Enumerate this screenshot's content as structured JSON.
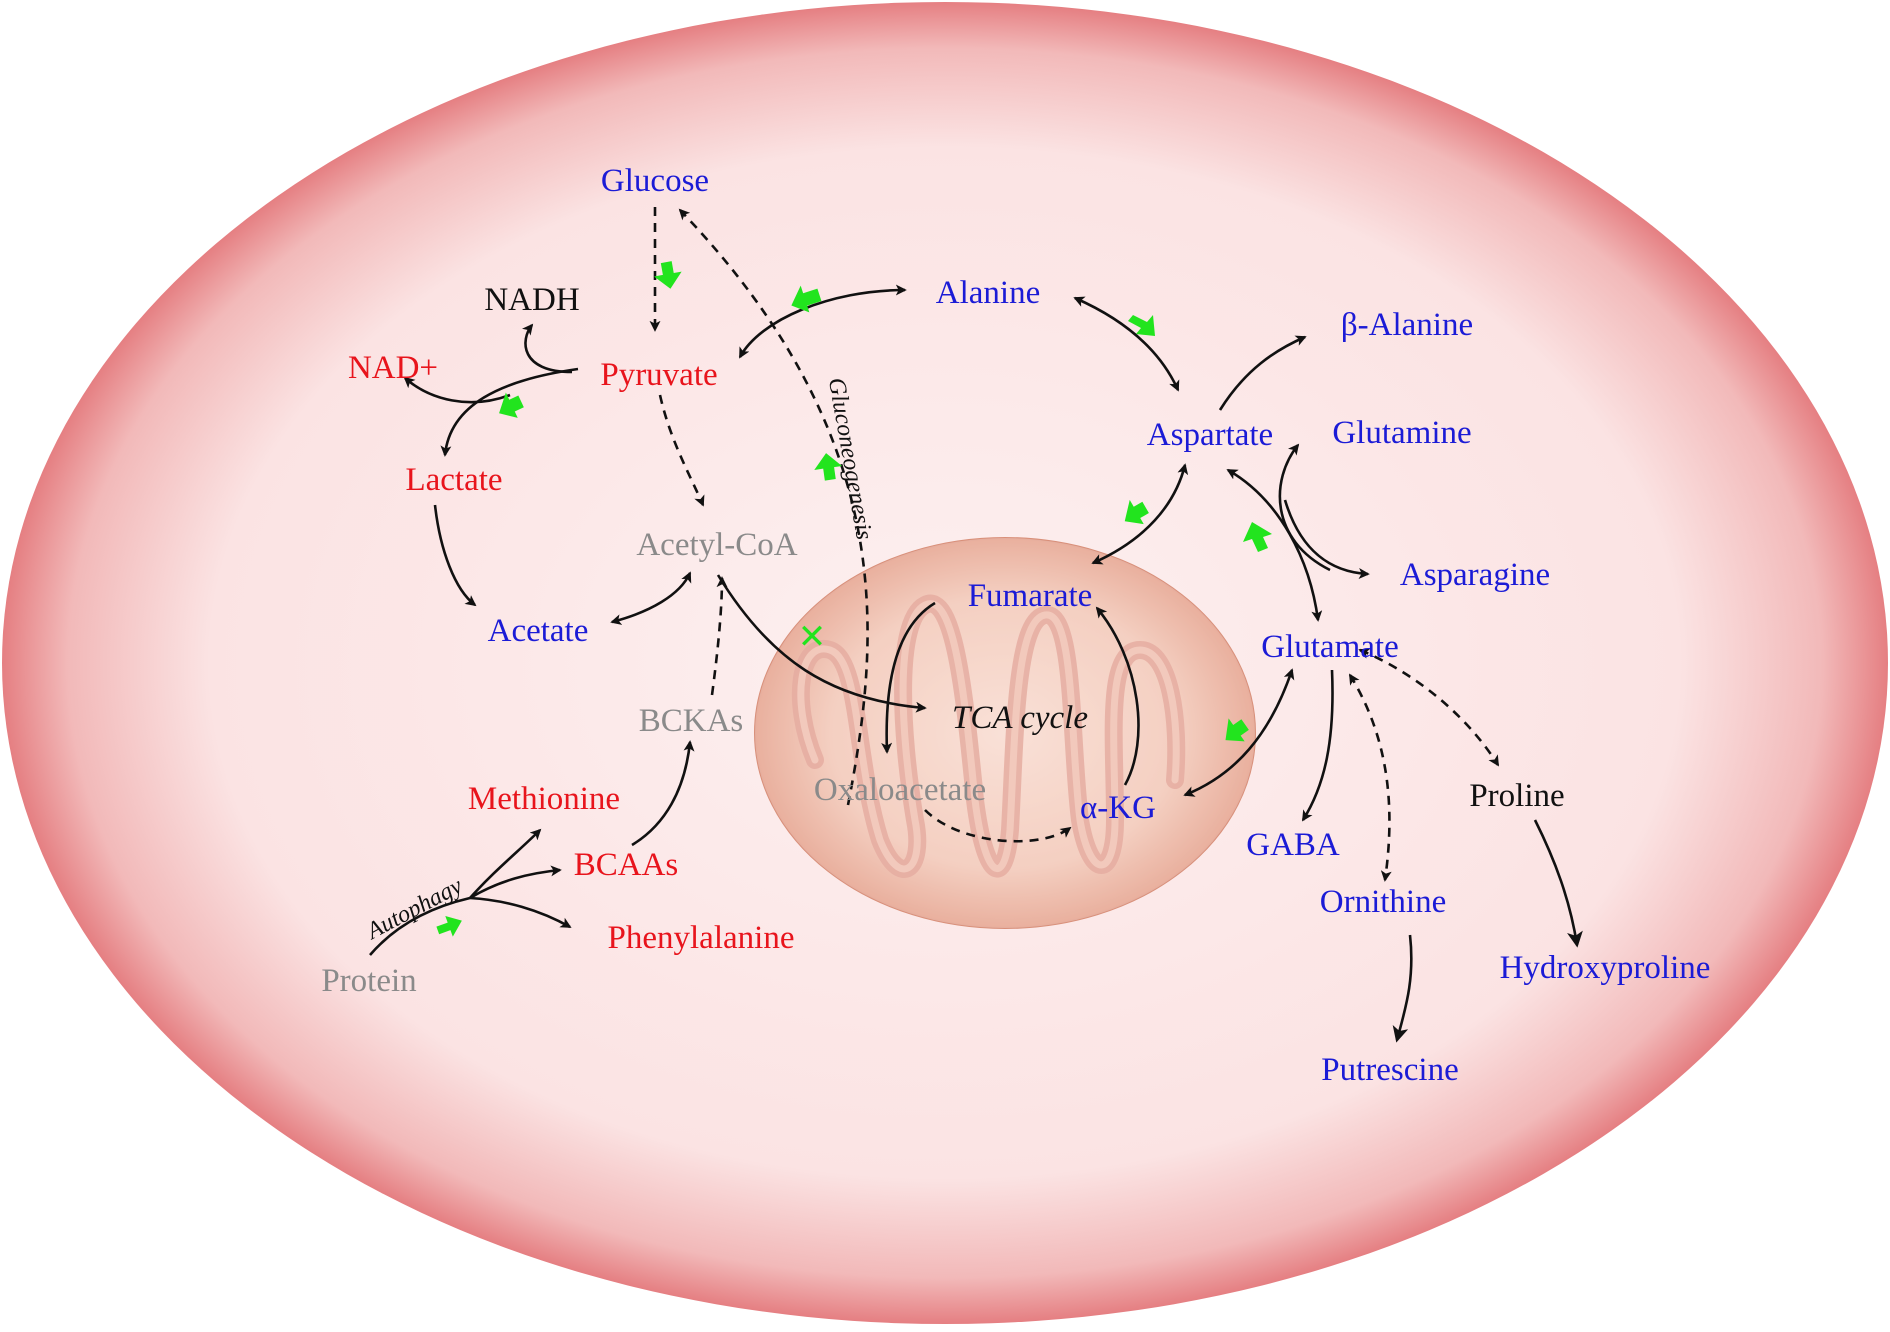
{
  "colors": {
    "red": "#e8141c",
    "blue": "#1b1bd6",
    "gray": "#8a8a8a",
    "black": "#111111",
    "green": "#22e41e",
    "cell_center": "#fceaea",
    "cell_edge": "#e8898c",
    "mito_center": "#f6d6c6",
    "mito_edge": "#e39a86"
  },
  "labels": {
    "glucose": "Glucose",
    "nadh": "NADH",
    "nad_plus": "NAD+",
    "pyruvate": "Pyruvate",
    "lactate": "Lactate",
    "acetyl_coa": "Acetyl-CoA",
    "acetate": "Acetate",
    "bckas": "BCKAs",
    "methionine": "Methionine",
    "bcaas": "BCAAs",
    "phenylalanine": "Phenylalanine",
    "protein": "Protein",
    "autophagy": "Autophagy",
    "gluconeogenesis": "Gluconeogenesis",
    "alanine": "Alanine",
    "beta_alanine": "β-Alanine",
    "aspartate": "Aspartate",
    "glutamine": "Glutamine",
    "asparagine": "Asparagine",
    "glutamate": "Glutamate",
    "fumarate": "Fumarate",
    "tca_cycle": "TCA cycle",
    "oxaloacetate": "Oxaloacetate",
    "alpha_kg": "α-KG",
    "gaba": "GABA",
    "ornithine": "Ornithine",
    "proline": "Proline",
    "hydroxyproline": "Hydroxyproline",
    "putrescine": "Putrescine",
    "inhibition_mark": "✕"
  }
}
